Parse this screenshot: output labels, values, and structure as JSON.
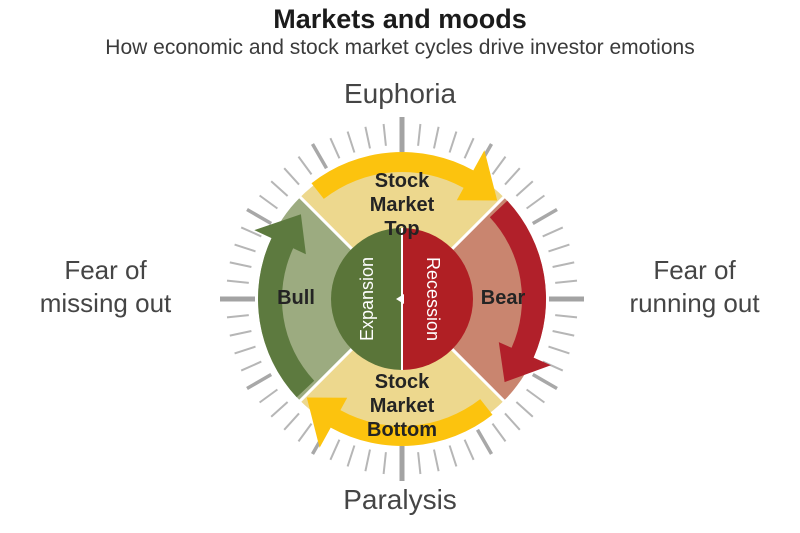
{
  "header": {
    "title": "Markets and moods",
    "subtitle": "How economic and stock market cycles drive investor emotions"
  },
  "emotions": {
    "top": "Euphoria",
    "bottom": "Paralysis",
    "left": "Fear of\nmissing out",
    "right": "Fear of\nrunning out"
  },
  "wheel": {
    "quadrants": {
      "top": "Stock\nMarket\nTop",
      "bottom": "Stock\nMarket\nBottom",
      "left": "Bull",
      "right": "Bear"
    },
    "center": {
      "left": "Expansion",
      "right": "Recession"
    }
  },
  "colors": {
    "quadrant_tan": "#edd88e",
    "quadrant_sage": "#9cab80",
    "quadrant_salmon": "#c9856f",
    "center_green": "#5a7539",
    "center_red": "#b01f24",
    "arrow_green": "#5d7a3f",
    "arrow_red": "#b1202a",
    "arrow_yellow": "#fcc30e",
    "tick_minor": "#b6b6b6",
    "tick_hour": "#a8a8a8",
    "tick_cardinal": "#a3a3a3",
    "gap_white": "#ffffff"
  }
}
